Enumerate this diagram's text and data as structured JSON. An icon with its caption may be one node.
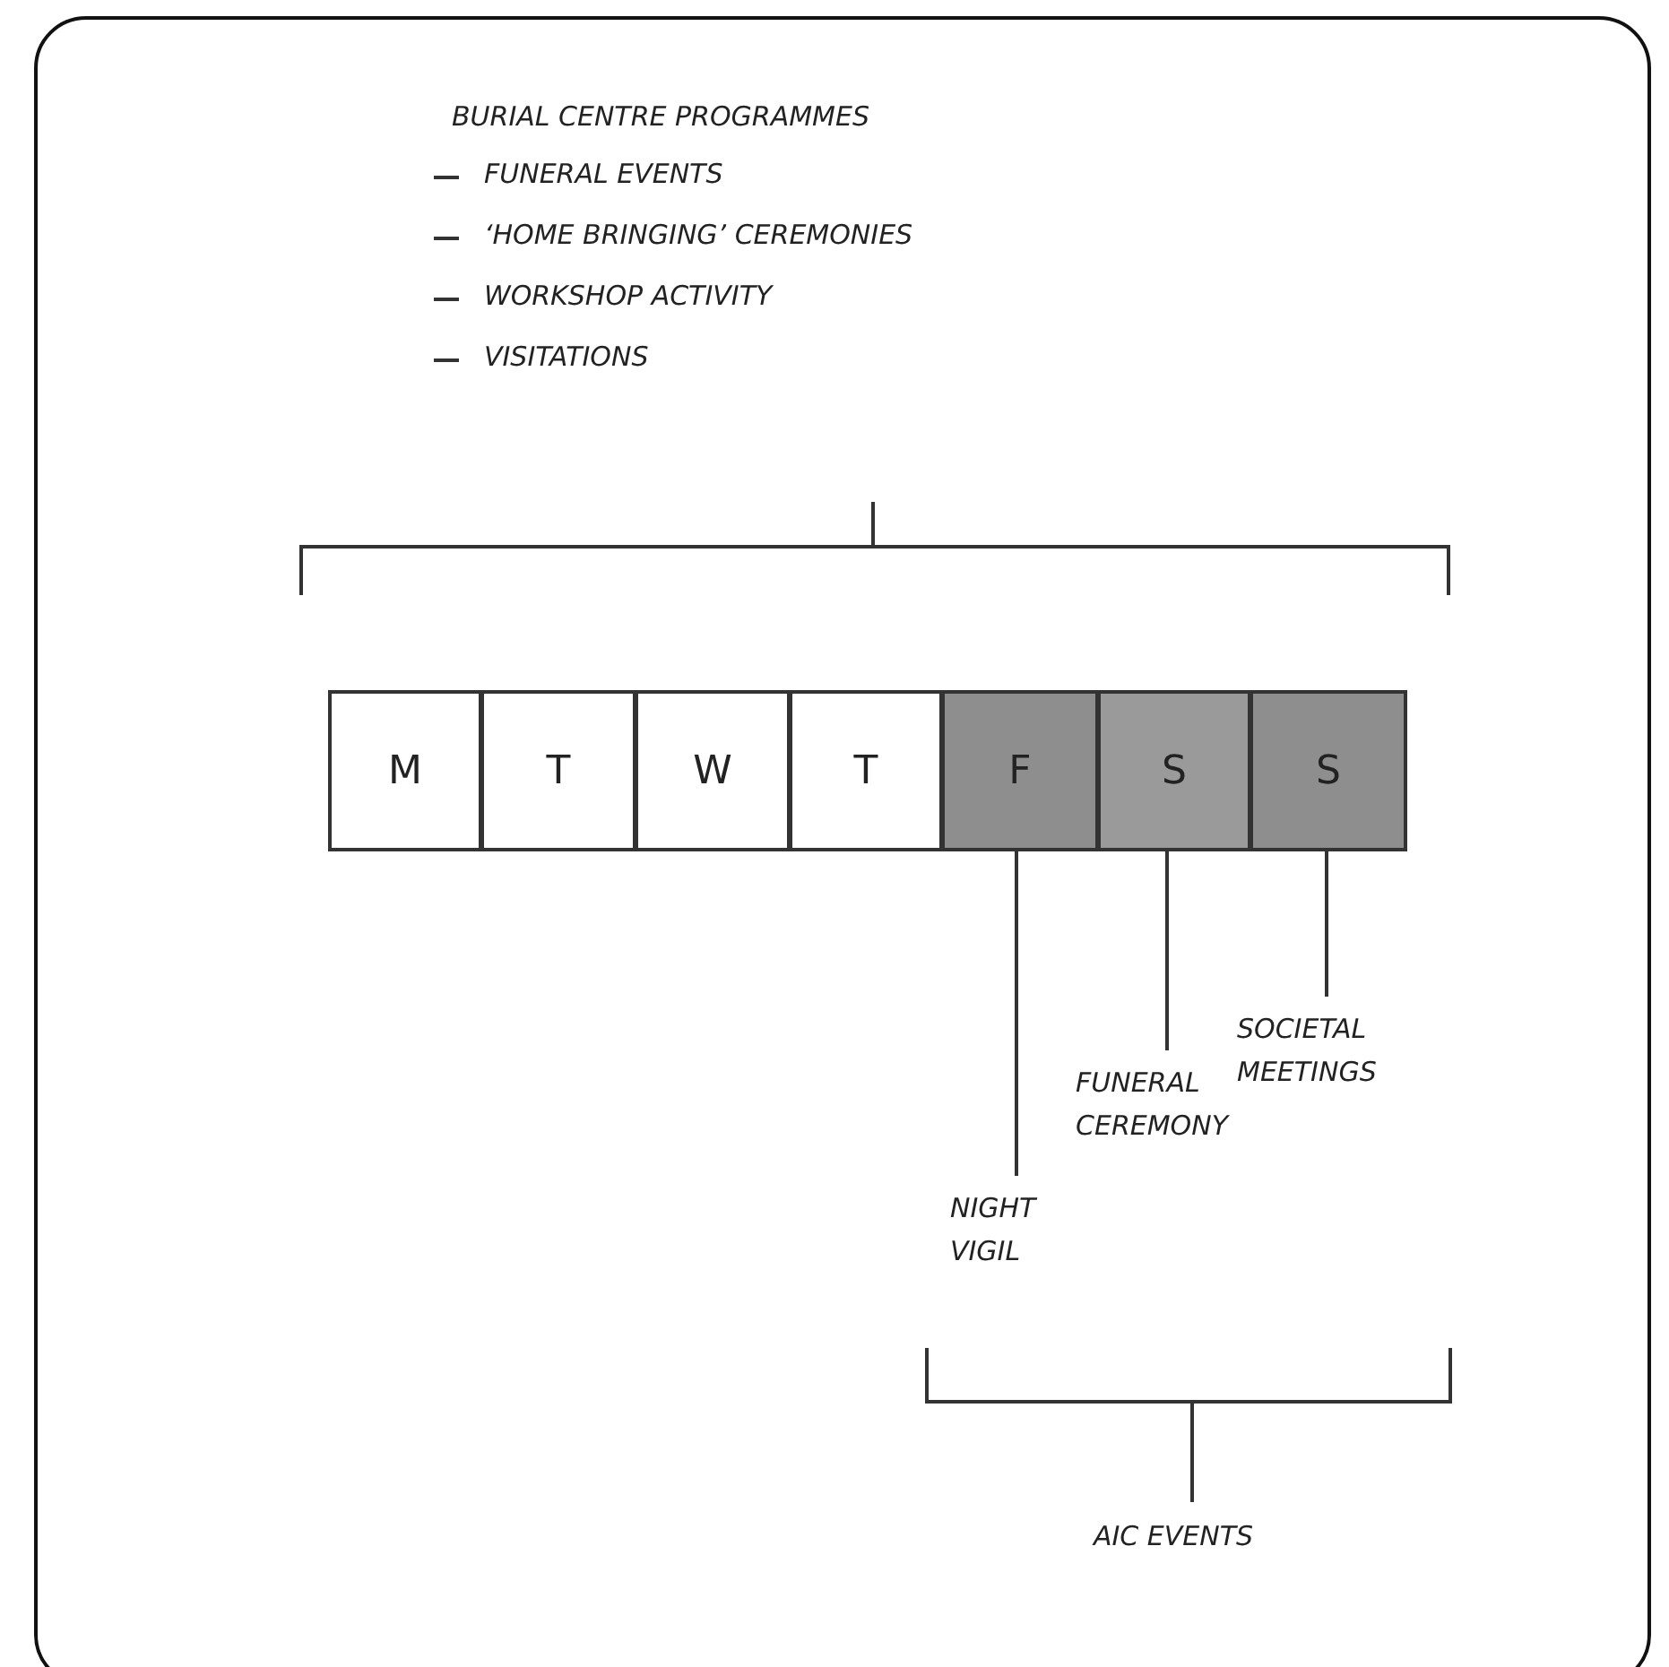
{
  "diagram": {
    "nodes": [
      {
        "text": [
          "M"
        ]
      },
      {
        "text": [
          "T"
        ]
      },
      {
        "text": [
          "W"
        ]
      },
      {
        "text": [
          "T"
        ]
      },
      {
        "text": [
          "F"
        ]
      },
      {
        "text": [
          "S"
        ]
      },
      {
        "text": [
          "S"
        ]
      },
      {
        "text": [
          "NIGHT VIGIL"
        ]
      },
      {
        "text": [
          "FUNERAL CEREMONY"
        ]
      },
      {
        "text": [
          "SOCIETAL MEETINGS"
        ]
      }
    ],
    "edges": [
      {
        "from": 7,
        "to": 4,
        "arrow": "none"
      },
      {
        "from": 8,
        "to": 5,
        "arrow": "none"
      },
      {
        "from": 9,
        "to": 6,
        "arrow": "none"
      }
    ],
    "labels": [
      "BURIAL CENTRE PROGRAMMES",
      "FUNERAL EVENTS",
      "‘HOME BRINGING’ CEREMONIES",
      "WORKSHOP ACTIVITY",
      "VISITATIONS",
      "AIC EVENTS"
    ]
  }
}
